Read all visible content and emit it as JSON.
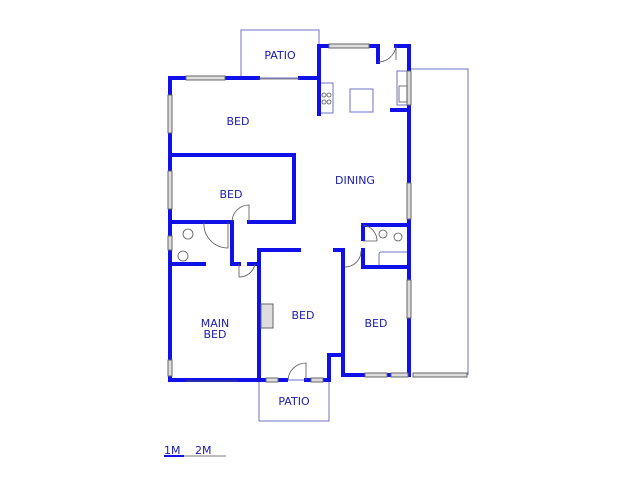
{
  "rooms": {
    "patio_top": "PATIO",
    "bed_top": "BED",
    "bed_second": "BED",
    "dining": "DINING",
    "main_bed": "MAIN\nBED",
    "bed_middle": "BED",
    "bed_right": "BED",
    "patio_bottom": "PATIO"
  },
  "scale": {
    "mark1": "1M",
    "mark2": "2M"
  },
  "colors": {
    "wall": "#1010e8",
    "label": "#1a1ab0"
  }
}
